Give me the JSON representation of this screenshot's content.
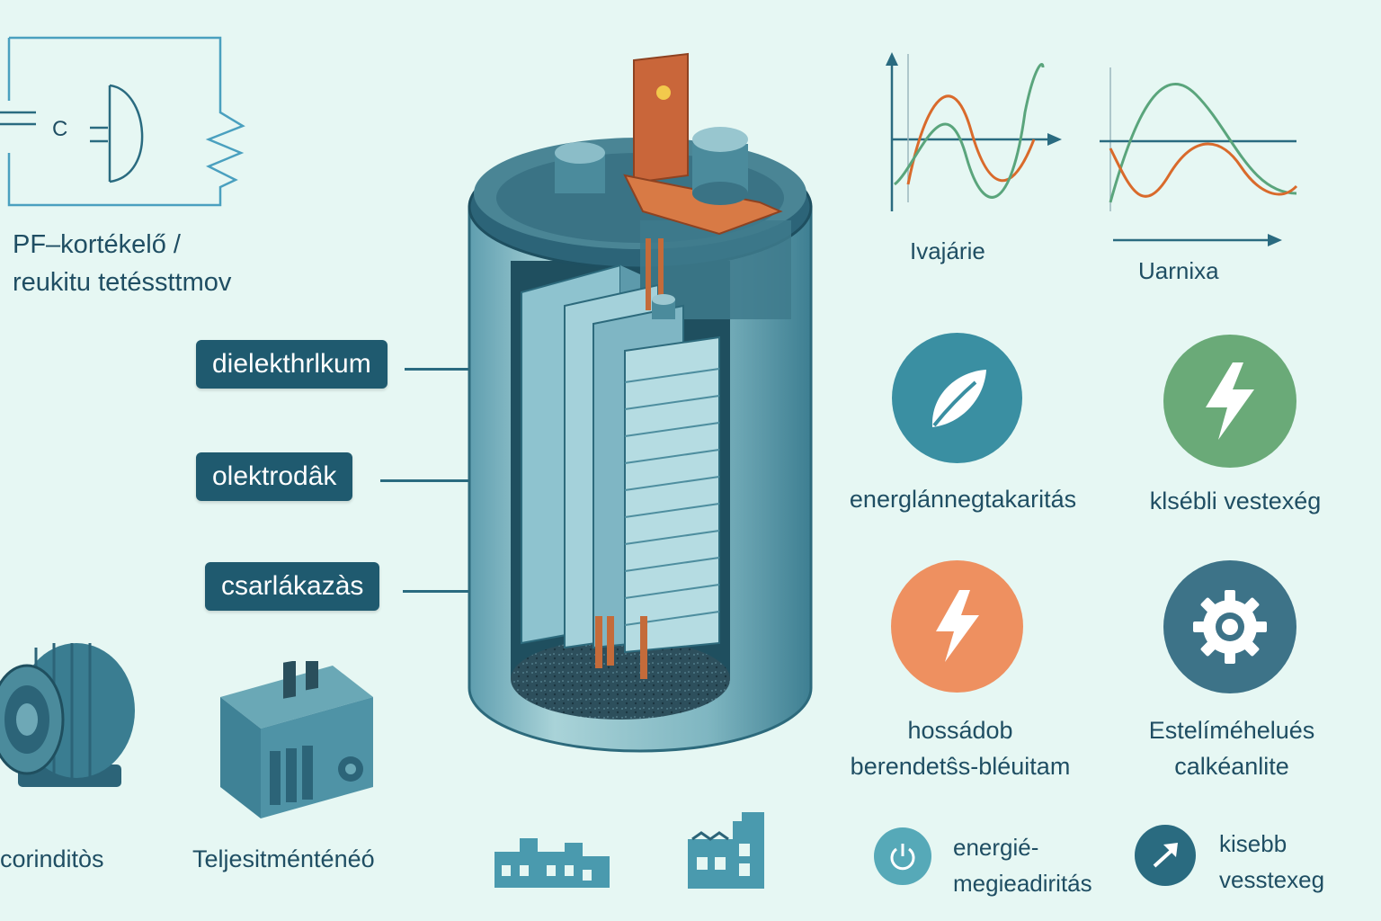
{
  "circuit": {
    "title_line1": "PF–kortékelő /",
    "title_line2": "reukitu tetéssttmov",
    "label_c": "C"
  },
  "callouts": [
    {
      "label": "dielekthrlkum"
    },
    {
      "label": "olektrodâk"
    },
    {
      "label": "csarlákazàs"
    }
  ],
  "graphs": [
    {
      "caption": "Ivajárie",
      "colors": [
        "#d96a2b",
        "#5aa57c"
      ]
    },
    {
      "caption": "Uarnixa",
      "colors": [
        "#5aa57c",
        "#d96a2b"
      ]
    }
  ],
  "benefits": [
    {
      "label": "energlánnegtakaritás",
      "icon": "leaf-icon",
      "color": "#3a8fa2"
    },
    {
      "label": "klsébli vestexég",
      "icon": "lightning-icon",
      "color": "#6aaa78"
    },
    {
      "label_line1": "hossádob",
      "label_line2": "berendetŝs-bléuitam",
      "icon": "lightning-icon",
      "color": "#ee9060"
    },
    {
      "label_line1": "Estelíméhelués",
      "label_line2": "calkéanlite",
      "icon": "gear-icon",
      "color": "#3d7388"
    }
  ],
  "bottom_benefits": [
    {
      "label_line1": "energié-",
      "label_line2": "megieadiritás",
      "icon": "power-icon"
    },
    {
      "label_line1": "kisebb",
      "label_line2": "vesstexeg",
      "icon": "arrow-icon"
    }
  ],
  "applications": [
    {
      "label": "corinditòs",
      "icon": "motor-icon"
    },
    {
      "label": "Teljesitménténéó",
      "icon": "power-unit-icon"
    }
  ]
}
